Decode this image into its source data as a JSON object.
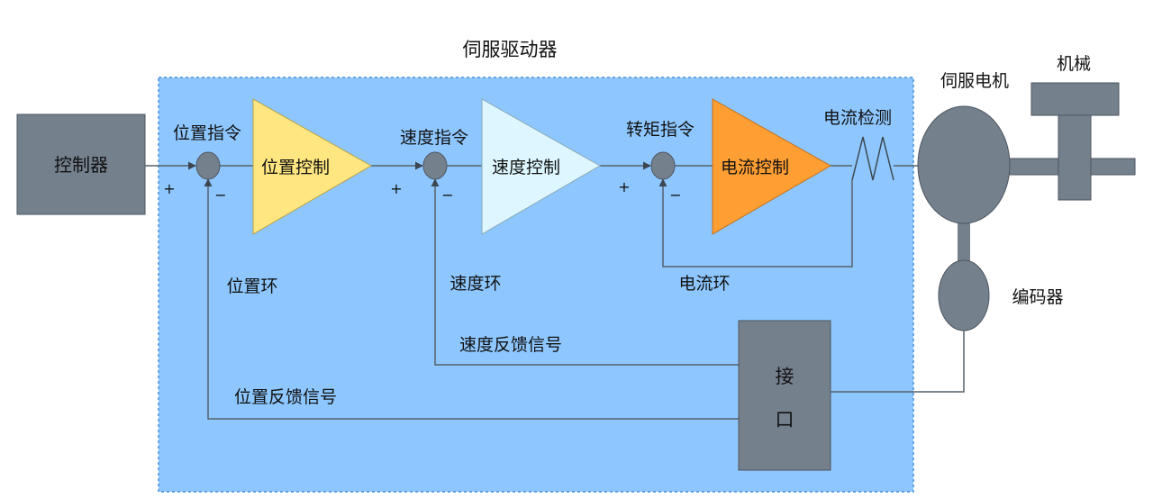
{
  "title": "伺服驱动器",
  "controller": "控制器",
  "commands": {
    "position": "位置指令",
    "speed": "速度指令",
    "torque": "转矩指令"
  },
  "blocks": {
    "position": "位置控制",
    "speed": "速度控制",
    "current": "电流控制"
  },
  "current_detection": "电流检测",
  "servo_motor": "伺服电机",
  "machinery": "机械",
  "encoder": "编码器",
  "loops": {
    "position": "位置环",
    "speed": "速度环",
    "current": "电流环"
  },
  "feedback": {
    "speed": "速度反馈信号",
    "position": "位置反馈信号"
  },
  "interface": {
    "char1": "接",
    "char2": "口"
  },
  "signs": {
    "plus": "+",
    "minus": "−"
  },
  "colors": {
    "drive_background": "#8ec7ff",
    "drive_border": "#4a90d9",
    "gray_block": "#75808d",
    "position_block": "#ffe680",
    "speed_block": "#ddf6ff",
    "current_block": "#ff9e33",
    "wire": "#55606b"
  }
}
